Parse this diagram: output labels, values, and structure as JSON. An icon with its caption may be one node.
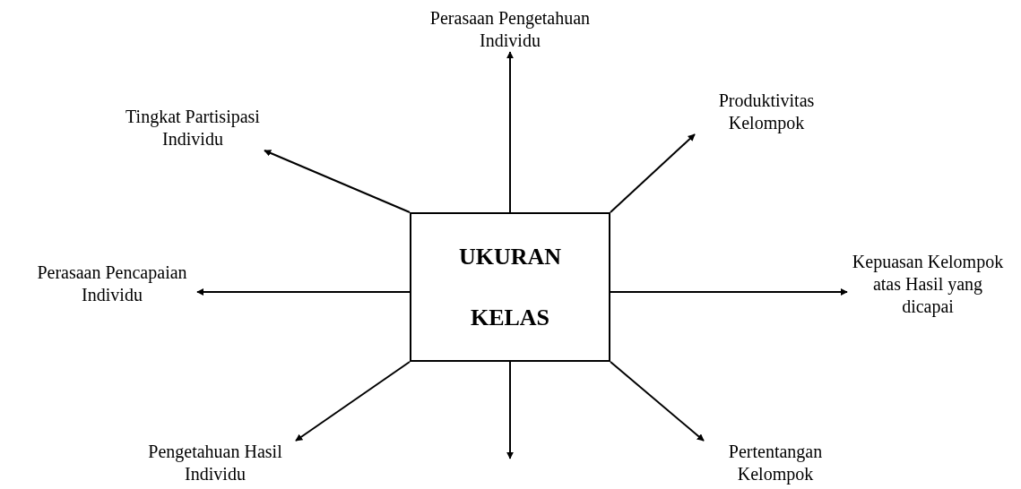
{
  "diagram": {
    "nodes": [
      {
        "text": [
          "UKURAN KELAS"
        ]
      },
      {
        "text": [
          "Perasaan Pengetahuan Individu"
        ]
      },
      {
        "text": [
          "Tingkat Partisipasi Individu"
        ]
      },
      {
        "text": [
          "Produktivitas Kelompok"
        ]
      },
      {
        "text": [
          "Perasaan Pencapaian Individu"
        ]
      },
      {
        "text": [
          "Kepuasan Kelompok atas Hasil yang dicapai"
        ]
      },
      {
        "text": [
          "Pengetahuan Hasil Individu"
        ]
      },
      {
        "text": [
          "Pertentangan Kelompok"
        ]
      }
    ],
    "edges": [
      {
        "from": 0,
        "to": 1,
        "arrow": "to"
      },
      {
        "from": 0,
        "to": 2,
        "arrow": "to"
      },
      {
        "from": 0,
        "to": 3,
        "arrow": "to"
      },
      {
        "from": 0,
        "to": 4,
        "arrow": "to"
      },
      {
        "from": 0,
        "to": 5,
        "arrow": "to"
      },
      {
        "from": 0,
        "to": 6,
        "arrow": "to"
      },
      {
        "from": 0,
        "to": null,
        "arrow": "to"
      },
      {
        "from": 0,
        "to": 7,
        "arrow": "to"
      }
    ]
  }
}
